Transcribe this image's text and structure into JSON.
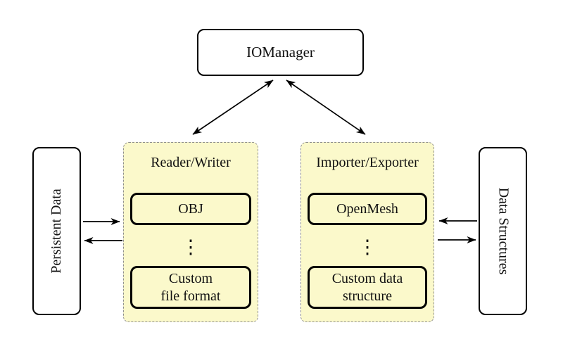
{
  "diagram": {
    "title_box": {
      "label": "IOManager"
    },
    "persistent_data": {
      "label": "Persistent Data"
    },
    "data_structures": {
      "label": "Data Structures"
    },
    "reader_writer": {
      "title": "Reader/Writer",
      "item_top": "OBJ",
      "ellipsis": "⋮",
      "item_bottom": "Custom\nfile format"
    },
    "importer_exporter": {
      "title": "Importer/Exporter",
      "item_top": "OpenMesh",
      "ellipsis": "⋮",
      "item_bottom": "Custom data\nstructure"
    },
    "colors": {
      "container_fill": "#FBF9CB",
      "container_border": "#8F8F8F",
      "box_border": "#000000",
      "arrow": "#000000"
    }
  }
}
